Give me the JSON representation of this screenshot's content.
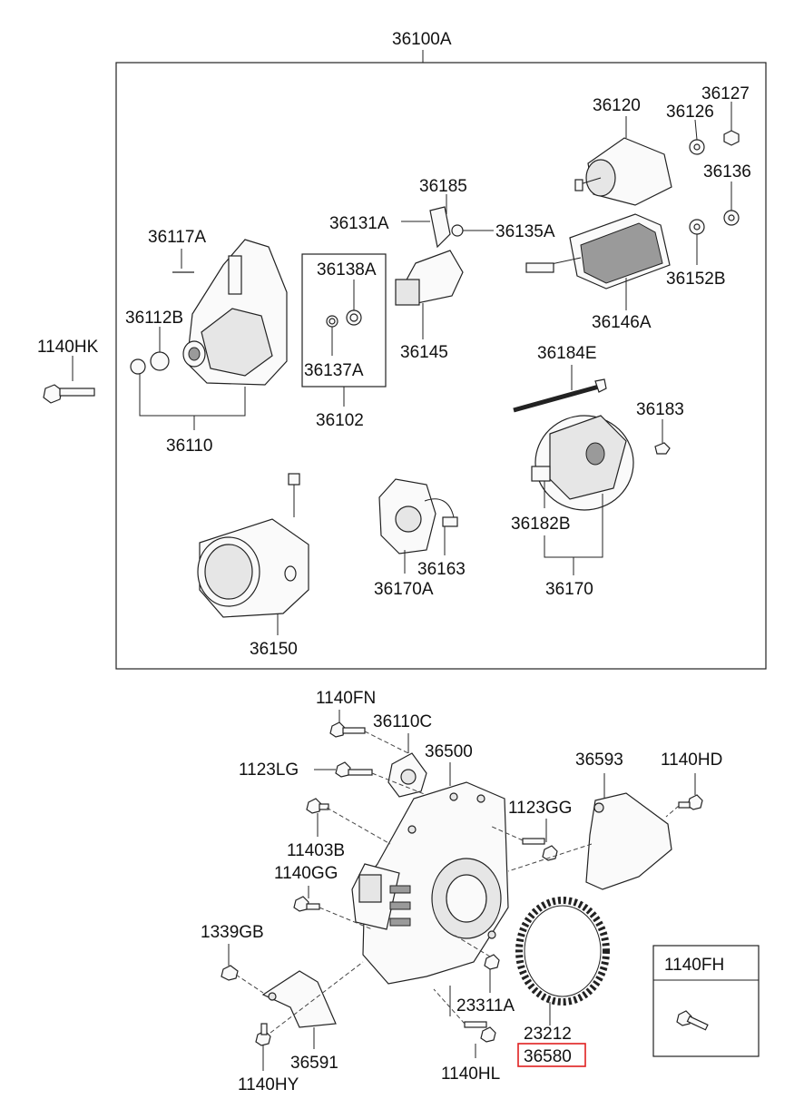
{
  "labels": {
    "l36100A": "36100A",
    "l36120": "36120",
    "l36126": "36126",
    "l36127": "36127",
    "l36136": "36136",
    "l36185": "36185",
    "l36131A": "36131A",
    "l36135A": "36135A",
    "l36117A": "36117A",
    "l36138A": "36138A",
    "l36152B": "36152B",
    "l36112B": "36112B",
    "l36137A": "36137A",
    "l36145": "36145",
    "l36146A": "36146A",
    "l1140HK": "1140HK",
    "l36184E": "36184E",
    "l36102": "36102",
    "l36110": "36110",
    "l36183": "36183",
    "l36163": "36163",
    "l36182B": "36182B",
    "l36170A": "36170A",
    "l36170": "36170",
    "l36150": "36150",
    "l1140FN": "1140FN",
    "l36110C": "36110C",
    "l36500": "36500",
    "l36593": "36593",
    "l1140HD": "1140HD",
    "l1123LG": "1123LG",
    "l1123GG": "1123GG",
    "l11403B": "11403B",
    "l1140GG": "1140GG",
    "l1339GB": "1339GB",
    "l1140FH": "1140FH",
    "l23311A": "23311A",
    "l23212": "23212",
    "l36580": "36580",
    "l36591": "36591",
    "l1140HY": "1140HY",
    "l1140HL": "1140HL"
  },
  "highlight_color": "#e02020"
}
